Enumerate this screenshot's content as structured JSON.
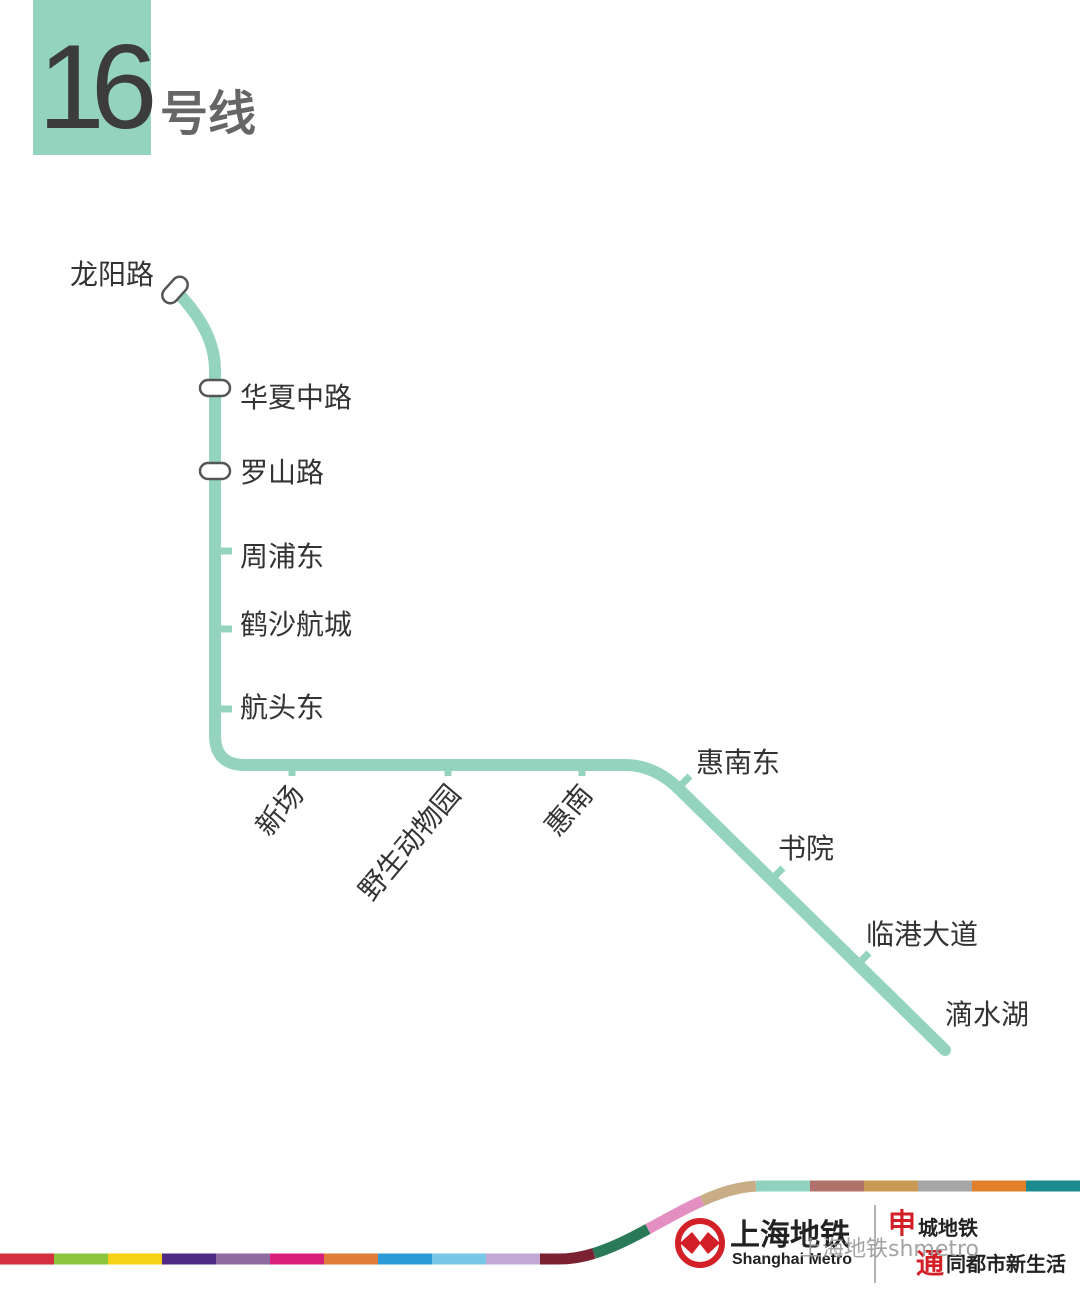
{
  "header": {
    "line_number": "16",
    "line_suffix": "号线"
  },
  "line": {
    "color": "#94d4be",
    "stations": [
      {
        "name": "龙阳路",
        "transfer": true
      },
      {
        "name": "华夏中路",
        "transfer": true
      },
      {
        "name": "罗山路",
        "transfer": true
      },
      {
        "name": "周浦东",
        "transfer": false
      },
      {
        "name": "鹤沙航城",
        "transfer": false
      },
      {
        "name": "航头东",
        "transfer": false
      },
      {
        "name": "新场",
        "transfer": false
      },
      {
        "name": "野生动物园",
        "transfer": false
      },
      {
        "name": "惠南",
        "transfer": false
      },
      {
        "name": "惠南东",
        "transfer": false
      },
      {
        "name": "书院",
        "transfer": false
      },
      {
        "name": "临港大道",
        "transfer": false
      },
      {
        "name": "滴水湖",
        "transfer": false
      }
    ]
  },
  "footer": {
    "logo_cn": "上海地铁",
    "logo_en": "Shanghai Metro",
    "slogan_line1_red": "申",
    "slogan_line1": "城地铁",
    "slogan_line2_red": "通",
    "slogan_line2": "同都市新生活",
    "watermark": "上海地铁shmetro",
    "brand_red": "#d32027",
    "stripe_colors": [
      "#d32f3f",
      "#8cc63f",
      "#f7d117",
      "#4e2a84",
      "#8e6aa1",
      "#d8207a",
      "#e07b39",
      "#2b9bd8",
      "#79c7e8",
      "#c0a9d4",
      "#7a2231",
      "#2a7a5a",
      "#e48fc1",
      "#c9ad87",
      "#8fd3bf",
      "#b0716b",
      "#c89a56",
      "#a6a6a6",
      "#e0802a",
      "#1b8a8f"
    ]
  }
}
